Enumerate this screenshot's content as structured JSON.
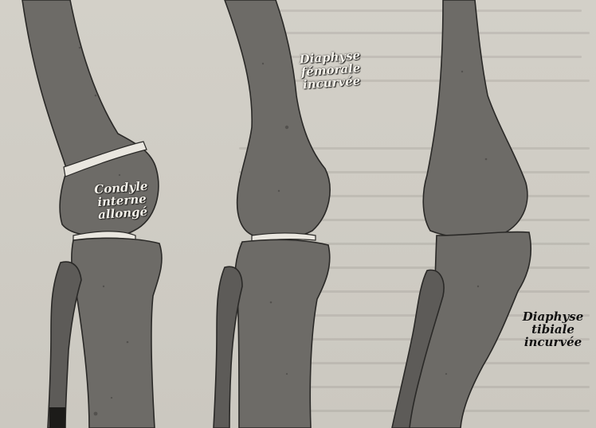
{
  "figure": {
    "labels": {
      "condyle": "Condyle\ninterne\nallongé",
      "femoral": "Diaphyse\nfémorale\nincurvée",
      "tibial": "Diaphyse\ntibiale\nincurvée"
    }
  },
  "colors": {
    "bone": "#6d6b67",
    "outline": "#2a2927",
    "background": "#cfccc4",
    "cartilage_gap": "#e9e6df"
  }
}
